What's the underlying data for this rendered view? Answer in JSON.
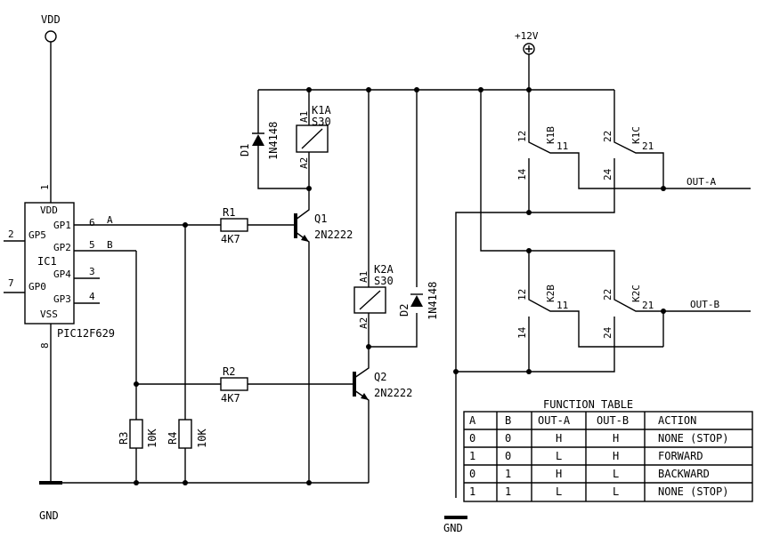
{
  "supply": {
    "vdd": "VDD",
    "v12": "+12V",
    "gnd_left": "GND",
    "gnd_right": "GND"
  },
  "ic": {
    "name": "IC1",
    "part": "PIC12F629",
    "pins": {
      "vdd": "VDD",
      "gp5": "GP5",
      "gp2": "GP2",
      "gp1": "GP1",
      "gp4": "GP4",
      "gp0": "GP0",
      "gp3": "GP3",
      "vss": "VSS",
      "n1": "1",
      "n2": "2",
      "n5": "5",
      "n6": "6",
      "n3": "3",
      "n7": "7",
      "n4": "4",
      "n8": "8"
    }
  },
  "nets": {
    "a": "A",
    "b": "B",
    "out_a": "OUT-A",
    "out_b": "OUT-B"
  },
  "components": {
    "r1": {
      "name": "R1",
      "value": "4K7"
    },
    "r2": {
      "name": "R2",
      "value": "4K7"
    },
    "r3": {
      "name": "R3",
      "value": "10K"
    },
    "r4": {
      "name": "R4",
      "value": "10K"
    },
    "q1": {
      "name": "Q1",
      "value": "2N2222"
    },
    "q2": {
      "name": "Q2",
      "value": "2N2222"
    },
    "d1": {
      "name": "D1",
      "value": "1N4148"
    },
    "d2": {
      "name": "D2",
      "value": "1N4148"
    },
    "k1a": {
      "name": "K1A",
      "value": "S30",
      "a1": "A1",
      "a2": "A2"
    },
    "k2a": {
      "name": "K2A",
      "value": "S30",
      "a1": "A1",
      "a2": "A2"
    },
    "k1b": {
      "name": "K1B",
      "p12": "12",
      "p11": "11",
      "p14": "14"
    },
    "k1c": {
      "name": "K1C",
      "p22": "22",
      "p21": "21",
      "p24": "24"
    },
    "k2b": {
      "name": "K2B",
      "p12": "12",
      "p11": "11",
      "p14": "14"
    },
    "k2c": {
      "name": "K2C",
      "p22": "22",
      "p21": "21",
      "p24": "24"
    }
  },
  "function_table": {
    "title": "FUNCTION TABLE",
    "headers": [
      "A",
      "B",
      "OUT-A",
      "OUT-B",
      "ACTION"
    ],
    "rows": [
      [
        "0",
        "0",
        "H",
        "H",
        "NONE (STOP)"
      ],
      [
        "1",
        "0",
        "L",
        "H",
        "FORWARD"
      ],
      [
        "0",
        "1",
        "H",
        "L",
        "BACKWARD"
      ],
      [
        "1",
        "1",
        "L",
        "L",
        "NONE (STOP)"
      ]
    ]
  }
}
